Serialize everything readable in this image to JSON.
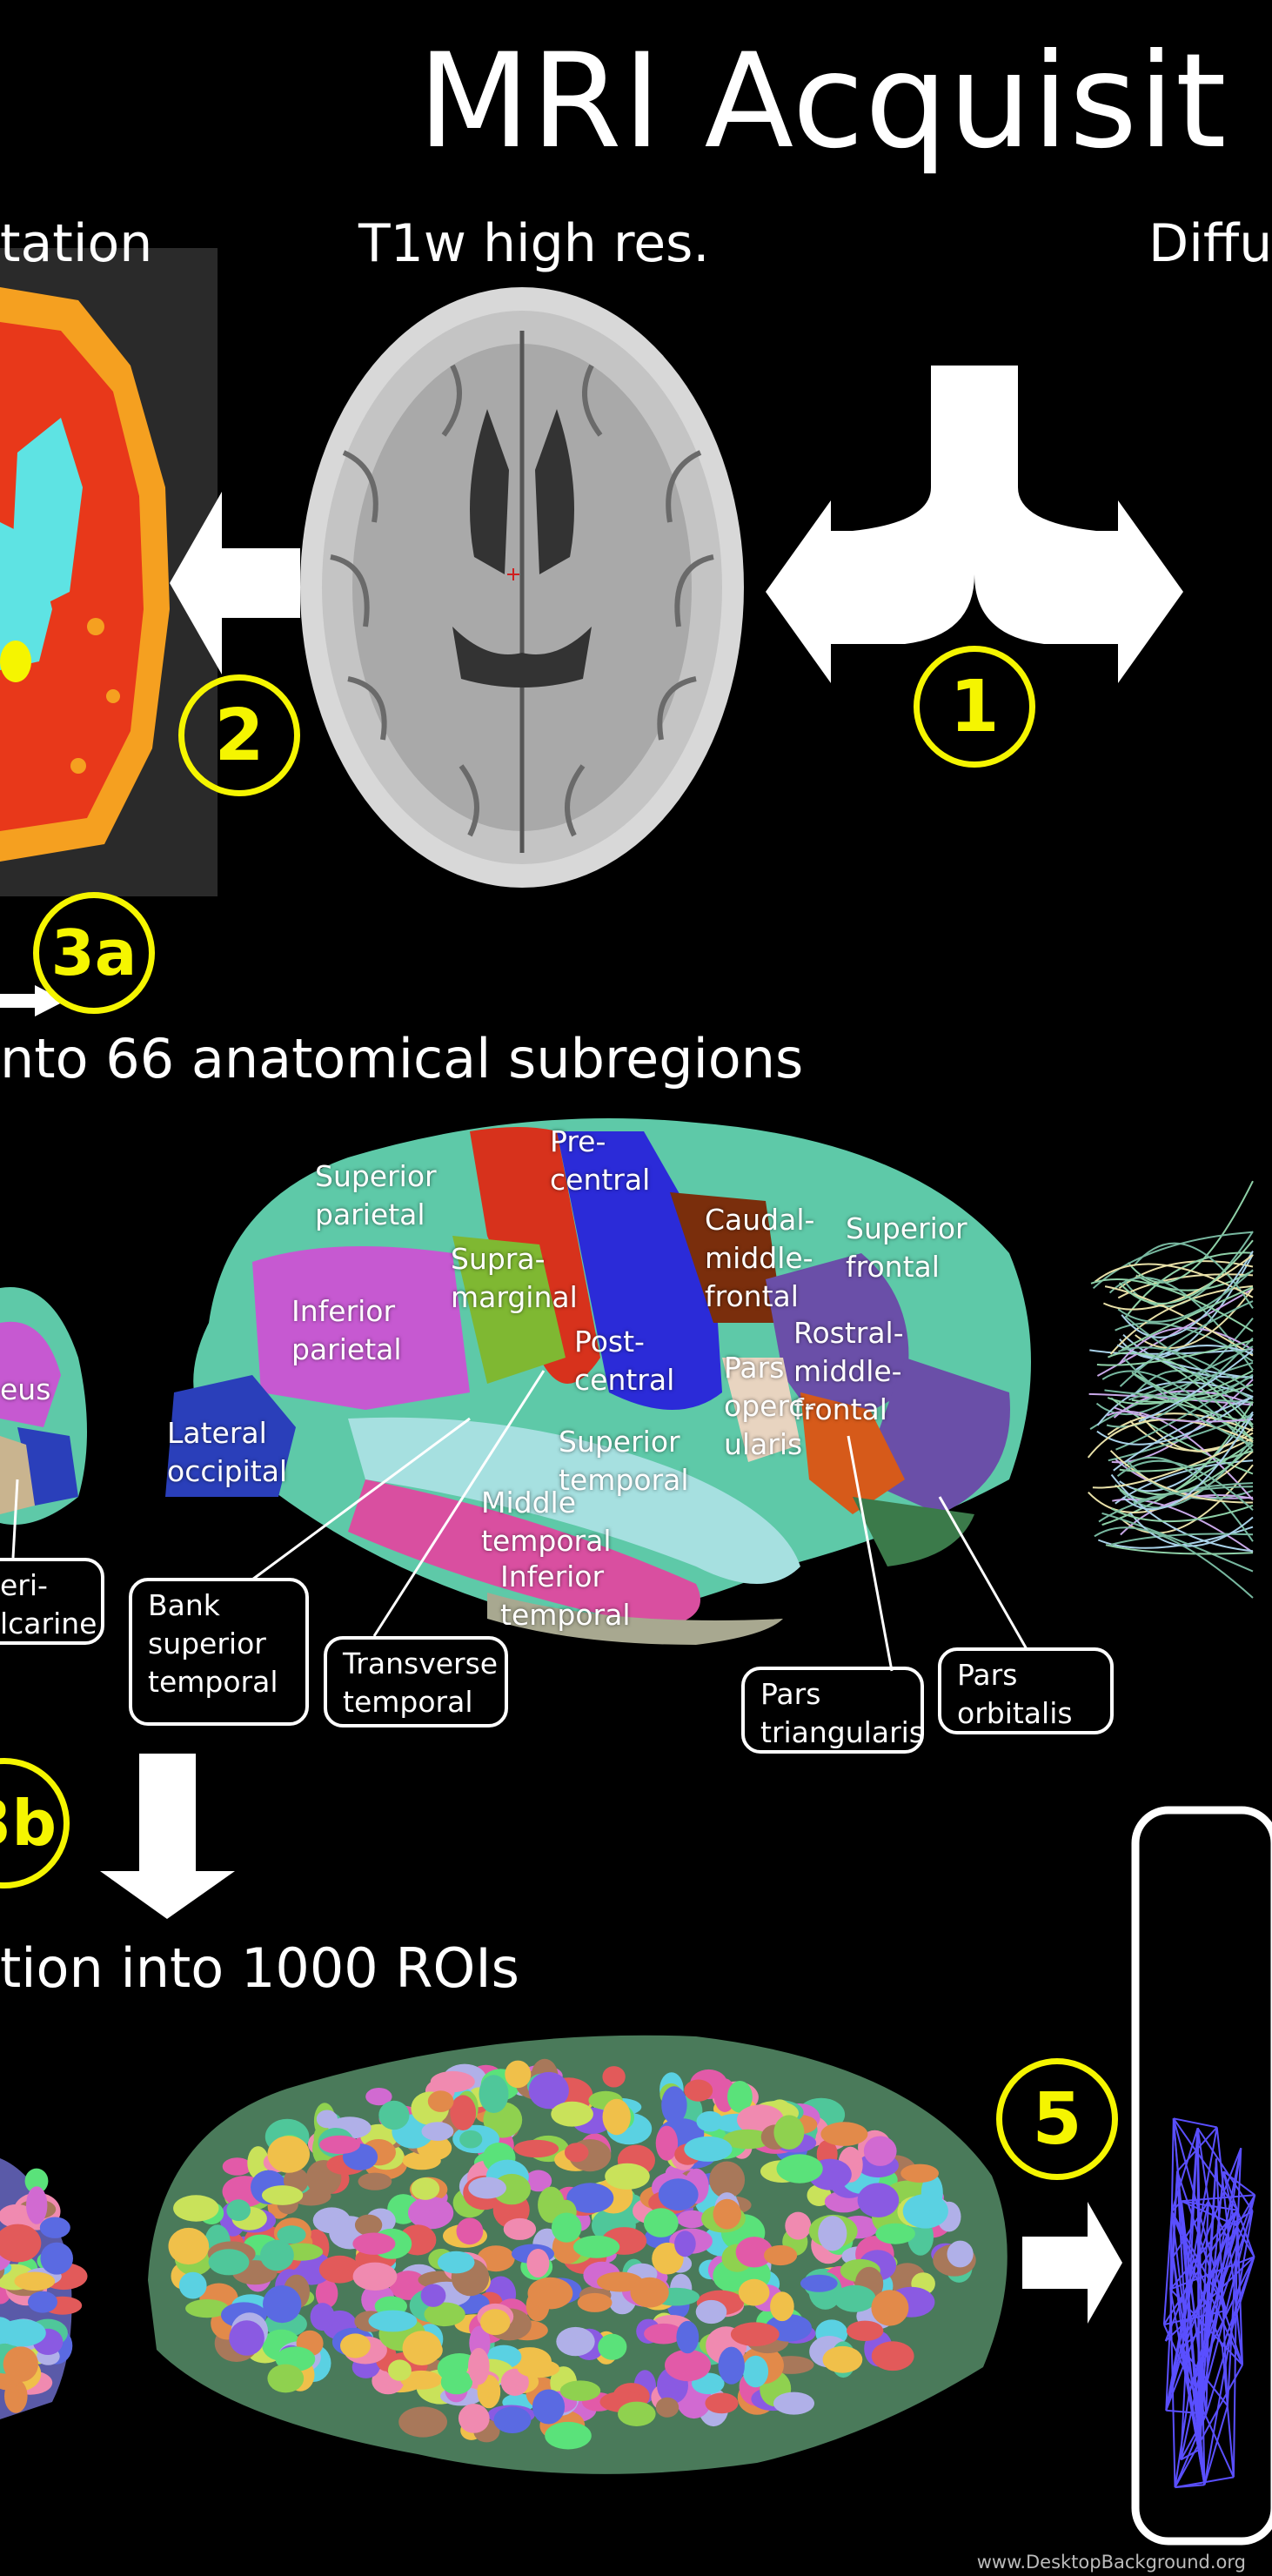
{
  "title": "MRI Acquisit",
  "headings": {
    "segmentation": "tation",
    "t1w": "T1w high res.",
    "diffusion": "Diffu",
    "subregions": "nto 66 anatomical subregions",
    "rois": "tion into 1000 ROIs"
  },
  "steps": {
    "s1": "1",
    "s2": "2",
    "s3a": "3a",
    "s3b": "3b",
    "s5": "5"
  },
  "brain_labels": {
    "superior_parietal": "Superior\nparietal",
    "precentral": "Pre-\ncentral",
    "caudal_middle_frontal": "Caudal-\nmiddle-\nfrontal",
    "superior_frontal": "Superior\nfrontal",
    "supramarginal": "Supra-\nmarginal",
    "inferior_parietal": "Inferior\nparietal",
    "postcentral": "Post-\ncentral",
    "rostral_middle_frontal": "Rostral-\nmiddle-\nfrontal",
    "pars_opercularis": "Pars\noperc-\nularis",
    "lateral_occipital": "Lateral\noccipital",
    "superior_temporal": "Superior\ntemporal",
    "middle_temporal": "Middle\ntemporal",
    "inferior_temporal": "Inferior\ntemporal",
    "precuneus_fragment": "eus"
  },
  "boxed_labels": {
    "bank_superior_temporal": "Bank\nsuperior\ntemporal",
    "transverse_temporal": "Transverse\ntemporal",
    "pars_triangularis": "Pars\ntriangularis",
    "pars_orbitalis": "Pars\norbitalis",
    "pericalcarine_fragment": "eri-\nlcarine"
  },
  "watermark": "www.DesktopBackground.org",
  "colors": {
    "step_yellow": "#f5f500",
    "background": "#000000",
    "segmentation_red": "#e8381a",
    "segmentation_orange": "#f5a020",
    "segmentation_cyan": "#5ee3e3"
  }
}
